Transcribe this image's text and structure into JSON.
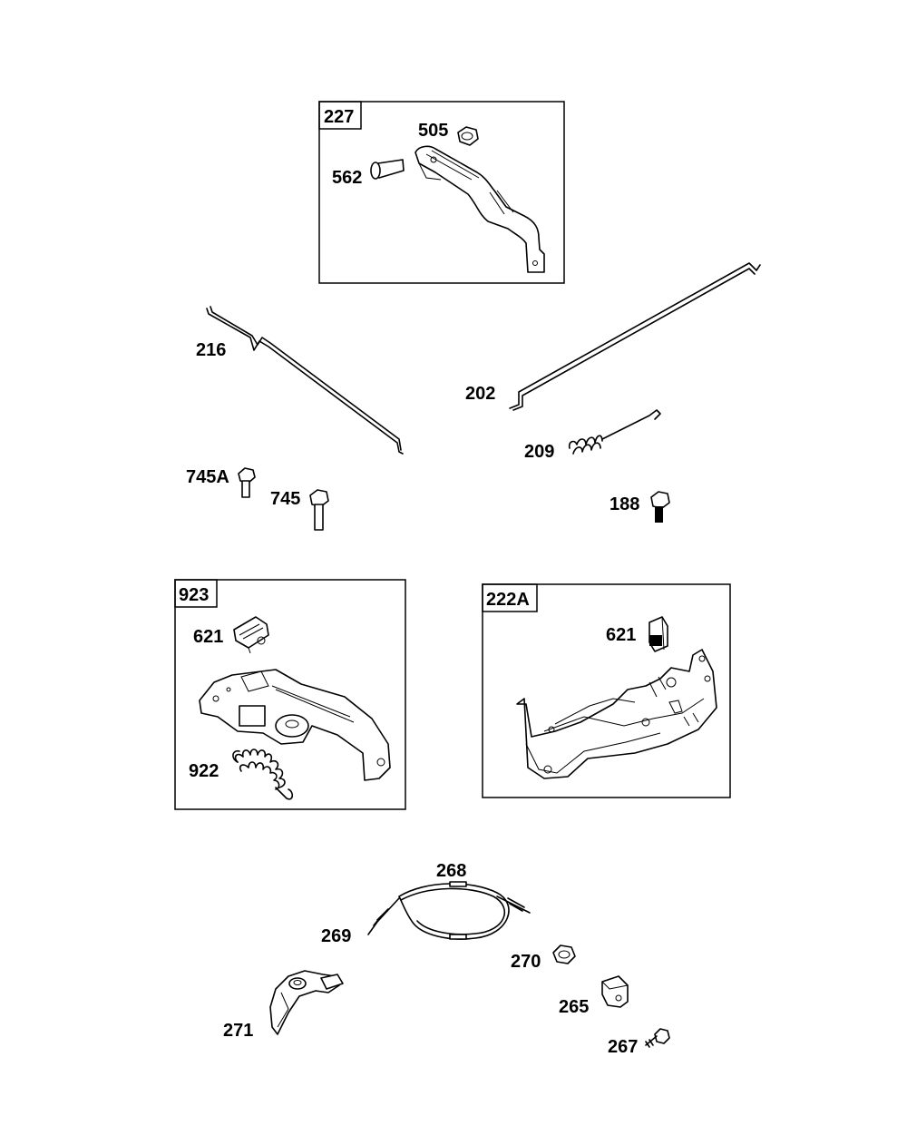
{
  "assemblies": {
    "a227": {
      "number": "227"
    },
    "a923": {
      "number": "923"
    },
    "a222A": {
      "number": "222A"
    }
  },
  "parts": {
    "p505": "505",
    "p562": "562",
    "p216": "216",
    "p202": "202",
    "p209": "209",
    "p745A": "745A",
    "p745": "745",
    "p188": "188",
    "p621a": "621",
    "p922": "922",
    "p621b": "621",
    "p268": "268",
    "p269": "269",
    "p270": "270",
    "p265": "265",
    "p271": "271",
    "p267": "267"
  }
}
